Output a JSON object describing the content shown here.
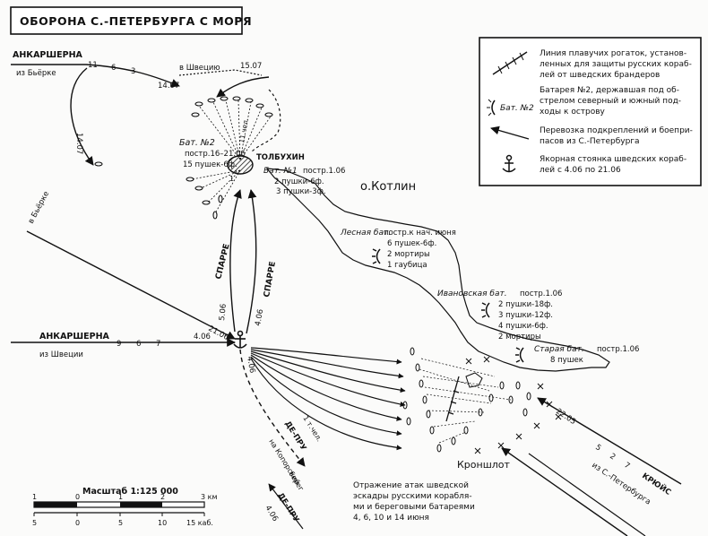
{
  "title": "ОБОРОНА С.-ПЕТЕРБУРГА С МОРЯ",
  "legend": {
    "items": [
      {
        "icon": "floating-barrier-icon",
        "text": [
          "Линия плавучих рогаток, установ-",
          "ленных для защиты русских кораб-",
          "лей от шведских брандеров"
        ]
      },
      {
        "icon": "battery-icon",
        "symbol_label": "Бат. №2",
        "text": [
          "Батарея №2, державшая под об-",
          "стрелом северный и южный под-",
          "ходы к острову"
        ]
      },
      {
        "icon": "reinforcement-arrow-icon",
        "text": [
          "Перевозка подкреплений и боепри-",
          "пасов из С.-Петербурга"
        ]
      },
      {
        "icon": "anchor-icon",
        "text": [
          "Якорная стоянка шведских кораб-",
          "лей с 4.06 по 21.06"
        ]
      }
    ]
  },
  "labels": {
    "ankarshverna_top": "АНКАРШЕРНА",
    "from_bjorke_top": "из Бьёрке",
    "date_1407_a": "14.07",
    "date_1407_b": "14.07",
    "v_shvetsiyu": "в Швецию",
    "date_1507": "15.07",
    "bat2_title": "Бат. №2",
    "bat2_built": "постр.16–21.06",
    "bat2_guns": "15 пушек-6ф.",
    "tolbukhin": "ТОЛБУХИН",
    "bat1_title": "Бат. №1",
    "bat1_built": "постр.1.06",
    "bat1_guns_a": "2 пушки-6ф.",
    "bat1_guns_b": "3 пушки-3ф.",
    "kotlin": "о.Котлин",
    "lesnaya_title": "Лесная бат.",
    "lesnaya_built": "постр.к нач. июня",
    "lesnaya_a": "6 пушек-6ф.",
    "lesnaya_b": "2 мортиры",
    "lesnaya_c": "1 гаубица",
    "ivan_title": "Ивановская бат.",
    "ivan_built": "постр.1.06",
    "ivan_a": "2 пушки-18ф.",
    "ivan_b": "3 пушки-12ф.",
    "ivan_c": "4 пушки-6ф.",
    "ivan_d": "2 мортиры",
    "staraya_title": "Старая бат.",
    "staraya_built": "постр.1.06",
    "staraya_a": "8 пушек",
    "v_bjorke_left": "в Бьёрке",
    "sparre_a": "СПАРРЕ",
    "sparre_b": "СПАРРЕ",
    "date_506": "5.06",
    "date_406_a": "4.06",
    "date_2106": "21.06",
    "ankarshverna_mid": "АНКАРШЕРНА",
    "from_sweden_mid": "из Швеции",
    "date_406_mid": "4.06",
    "date_406_low": "4.06",
    "depru_a": "ДЕ-ПРУ",
    "depru_a_sub": "1 т.чел.",
    "depru_a_sub2": "на Копорский",
    "depru_a_sub3": "берег",
    "depru_b": "ДЕ-ПРУ",
    "date_406_bottom": "4.06",
    "date_2205": "22.05",
    "kryuys": "КРЮЙС",
    "from_spb": "из С.-Петербурга",
    "kronshlot": "Кроншлот",
    "repulse_a": "Отражение атак шведской",
    "repulse_b": "эскадры русскими корабля-",
    "repulse_c": "ми и береговыми батареями",
    "repulse_d": "4, 6, 10 и 14 июня",
    "ship_nums_top": [
      "11",
      "6",
      "3"
    ],
    "ship_nums_mid": [
      "9",
      "6",
      "7"
    ],
    "ship_nums_bottom": [
      "5",
      "2",
      "7"
    ],
    "num_11_bat2": "11 чел.",
    "num_1_bat": "1"
  },
  "scale": {
    "title": "Масштаб 1:125 000",
    "km_ticks": [
      "1",
      "0",
      "1",
      "2",
      "3 км"
    ],
    "cable_ticks": [
      "5",
      "0",
      "5",
      "10",
      "15 каб."
    ]
  }
}
